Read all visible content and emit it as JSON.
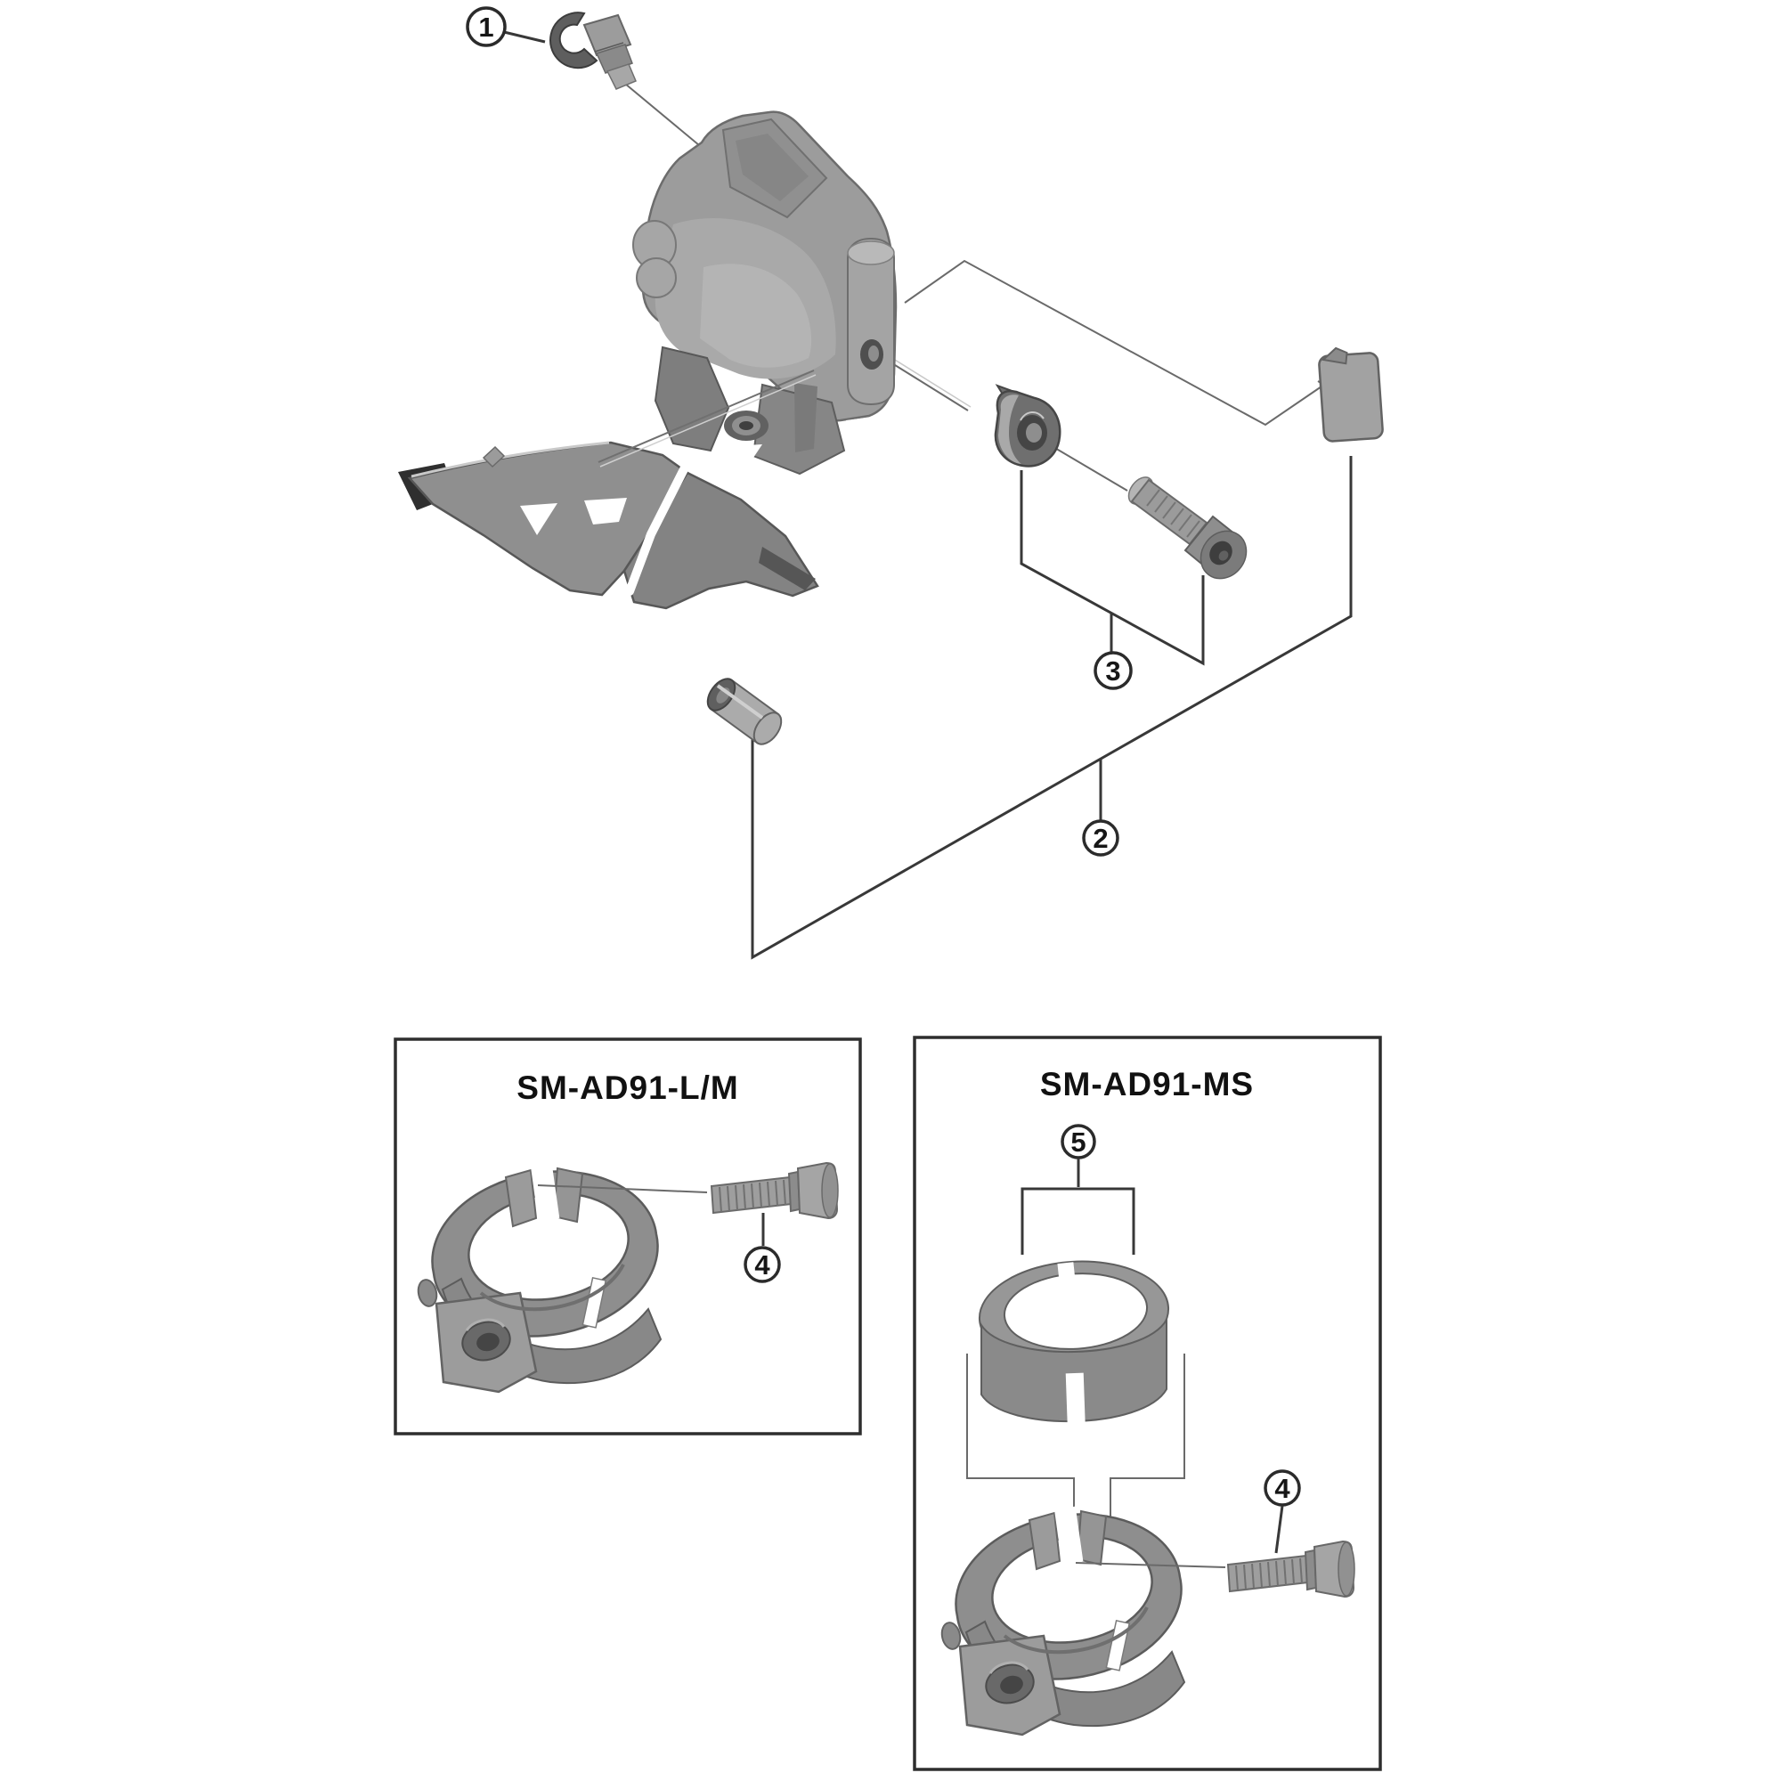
{
  "callouts": {
    "c1": {
      "label": "1"
    },
    "c2": {
      "label": "2"
    },
    "c3": {
      "label": "3"
    },
    "c4_left": {
      "label": "4"
    },
    "c4_right": {
      "label": "4"
    },
    "c5": {
      "label": "5"
    }
  },
  "boxes": {
    "left": {
      "title": "SM-AD91-L/M"
    },
    "right": {
      "title": "SM-AD91-MS"
    }
  },
  "colors": {
    "background": "#ffffff",
    "bracket_line": "#383838",
    "box_border": "#2e2e2e",
    "callout_stroke": "#2b2b2b",
    "part_gray": "#9c9c9c"
  },
  "icons": {
    "part1": "cable-fixing-bolt-icon",
    "part2": "mounting-bracket-plate-and-pin-icon",
    "part3": "support-bolt-and-nut-icon",
    "part4": "clamp-bolt-icon",
    "part5": "clamp-shim-icon",
    "main": "front-derailleur-body-icon"
  }
}
